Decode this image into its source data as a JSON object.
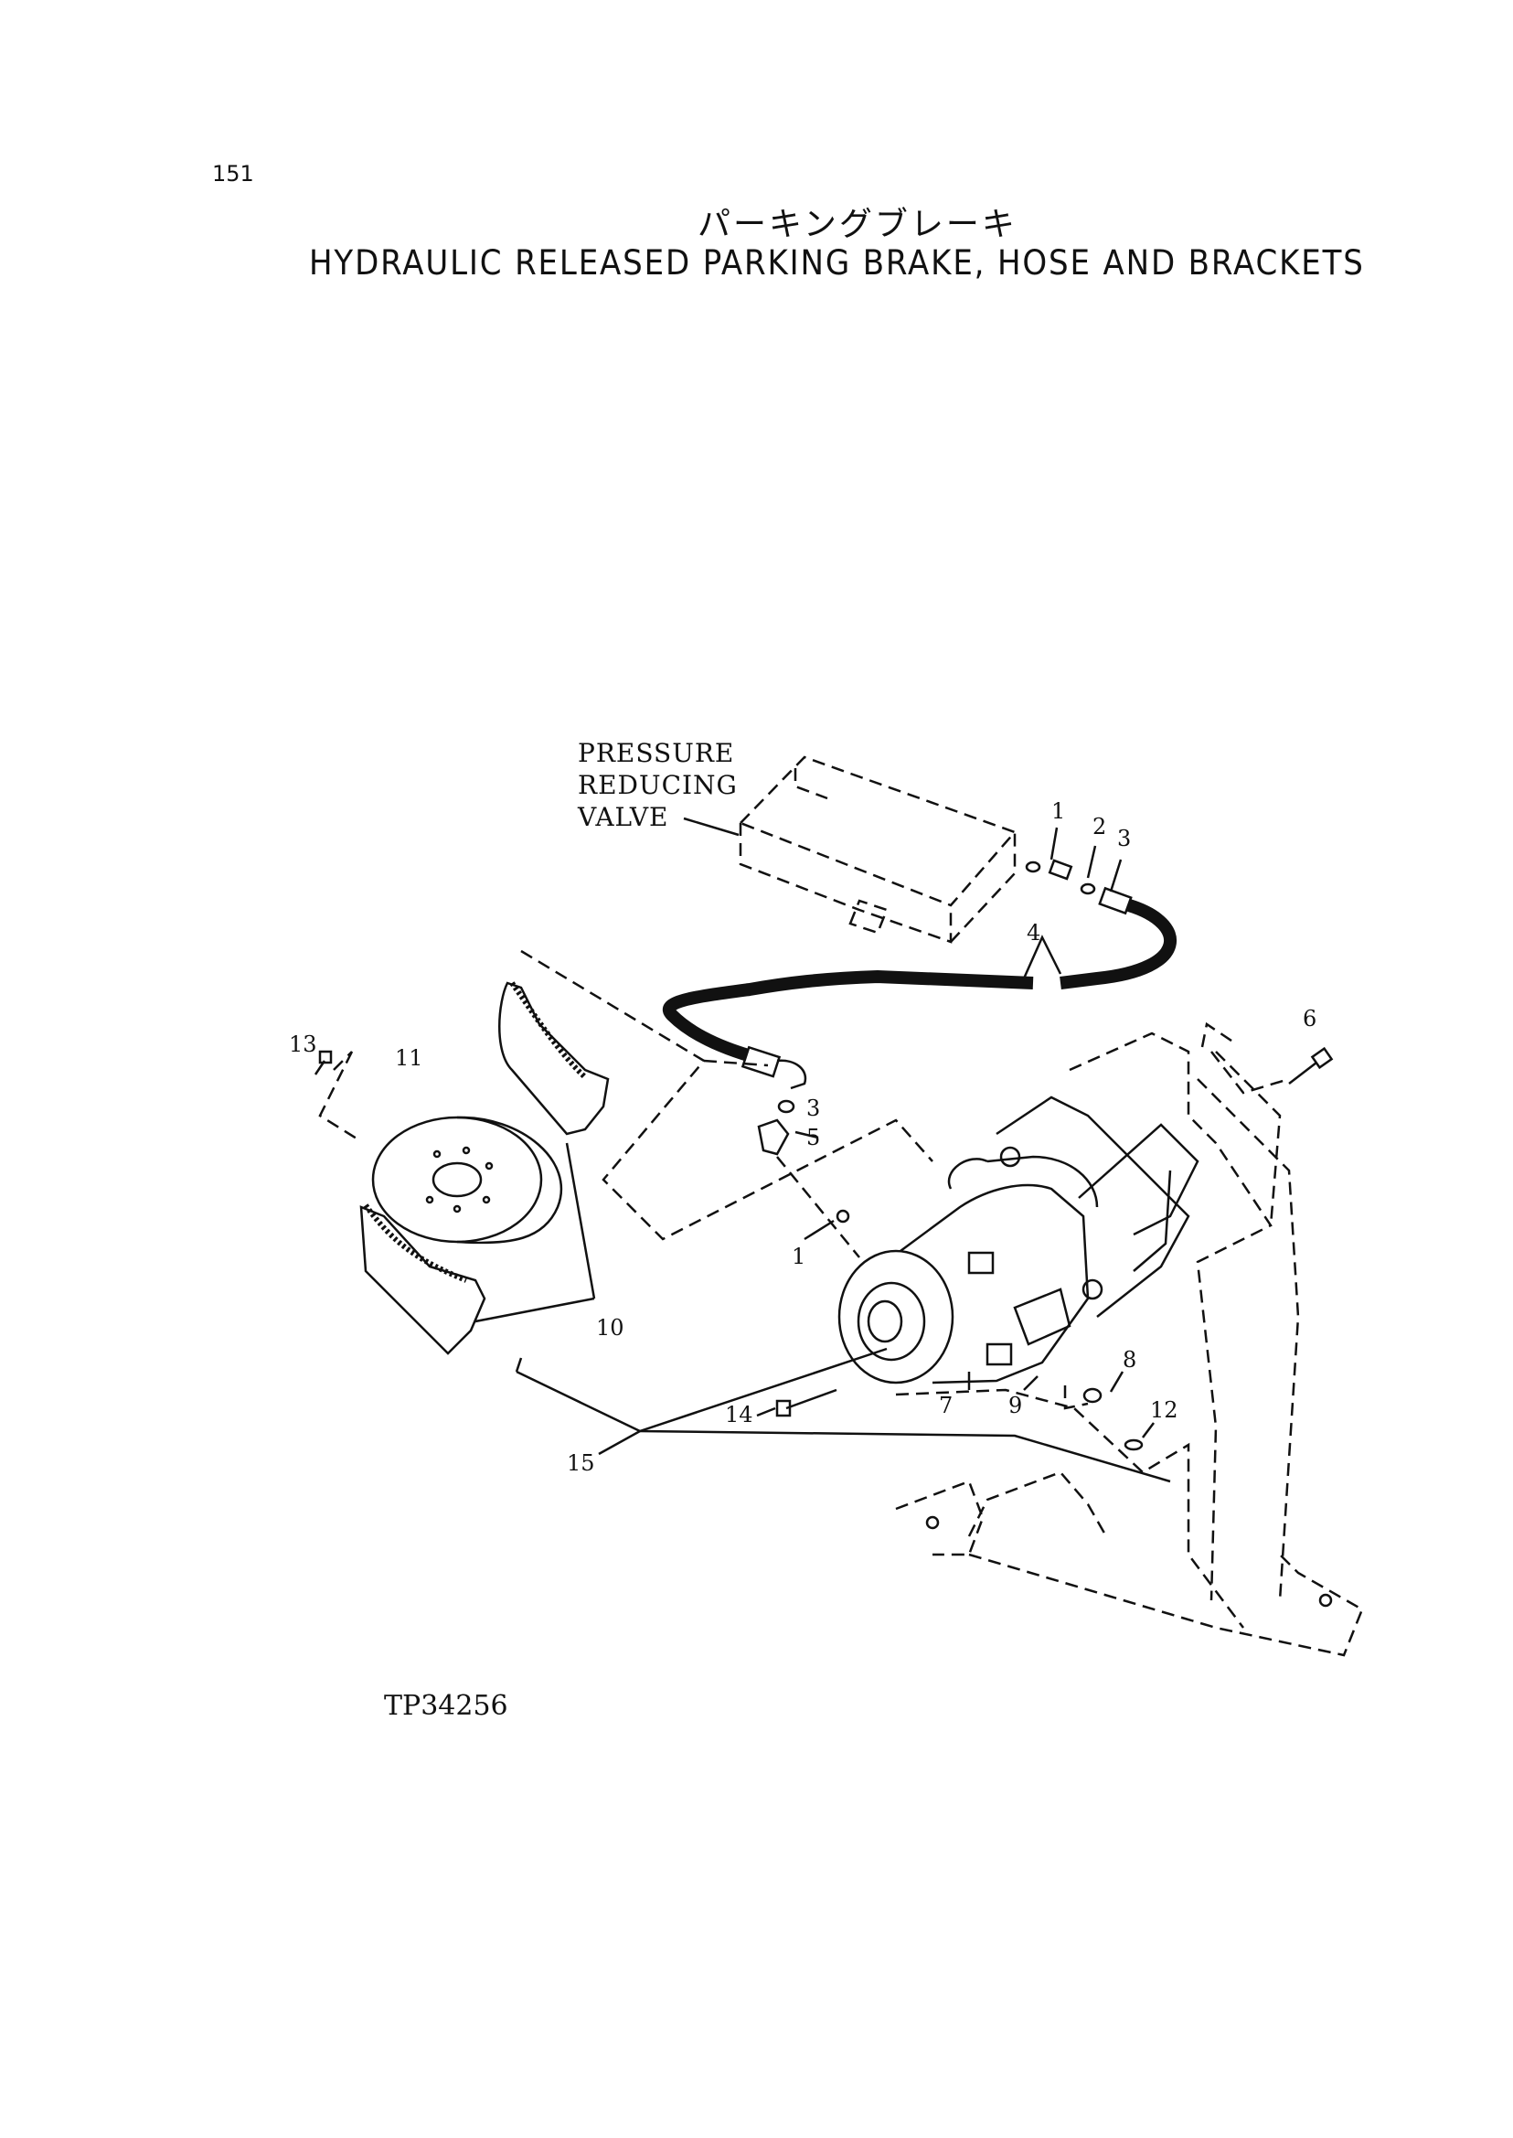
{
  "page_number": "151",
  "title_japanese": "パーキングブレーキ",
  "title_english": "HYDRAULIC RELEASED PARKING BRAKE, HOSE AND BRACKETS",
  "component_label_lines": [
    "PRESSURE",
    "REDUCING",
    "VALVE"
  ],
  "part_callouts": {
    "p1_top": "1",
    "p2": "2",
    "p3_top": "3",
    "p4": "4",
    "p3_mid": "3",
    "p5": "5",
    "p6": "6",
    "p1_mid": "1",
    "p7": "7",
    "p8": "8",
    "p9": "9",
    "p10": "10",
    "p11": "11",
    "p12": "12",
    "p13": "13",
    "p14": "14",
    "p15": "15"
  },
  "figure_id": "TP34256"
}
